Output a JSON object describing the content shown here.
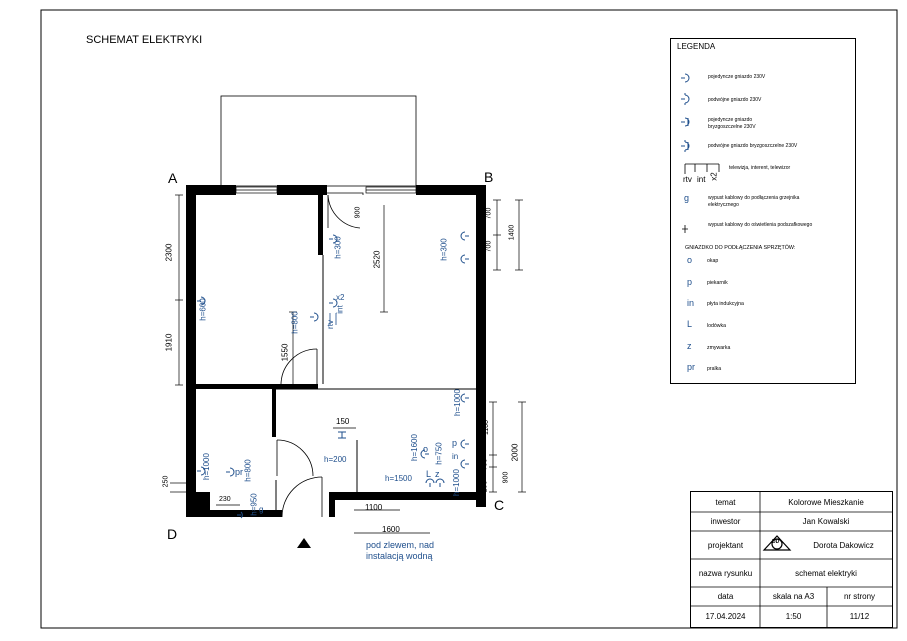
{
  "drawing": {
    "title": "SCHEMAT ELEKTRYKI",
    "corners": {
      "a": "A",
      "b": "B",
      "c": "C",
      "d": "D"
    },
    "dimensions": {
      "left_upper": "2300",
      "left_lower": "1910",
      "b_700": "700",
      "b_700b": "700",
      "b_1400": "1400",
      "c_1100": "1100",
      "c_700": "700",
      "c_900": "900",
      "c_200": "200",
      "c_2000": "2000",
      "window_900": "900",
      "v_2520": "2520",
      "v_1550": "1550",
      "h_150": "150",
      "h_1100": "1100",
      "h_1600": "1600",
      "h_230": "230",
      "h_250": "250"
    },
    "labels": {
      "h300a": "h=300",
      "h300b": "h=300",
      "h600": "h=600",
      "h800a": "h=800",
      "x2": "x2",
      "rtv": "rtv",
      "int": "int",
      "h1000a": "h=1000",
      "h200": "h=200",
      "h1600": "h=1600",
      "o": "o",
      "p": "p",
      "in": "in",
      "h750": "h=750",
      "h1500": "h=1500",
      "L": "L",
      "z": "z",
      "h1000b": "h=1000",
      "h1000c": "h=1000",
      "pr": "pr",
      "h800b": "h=800",
      "h950": "h=950",
      "g": "g",
      "pod_zlewem_1": "pod zlewem, nad",
      "pod_zlewem_2": "instalacją wodną"
    }
  },
  "legend": {
    "title": "LEGENDA",
    "items": [
      "pojedyncze gniazdo 230V",
      "podwójne gniazdo 230V",
      "pojedyncze gniazdo",
      "bryzgoszczelne 230V",
      "podwójne gniazdo bryzgoszczelne 230V",
      "telewizja, interent, telewizor",
      "wypust kablowy do podłączenia grzejnika",
      "elektrycznego",
      "wypust kablowy do oświetlenia podszafkowego"
    ],
    "tv_labels": {
      "rtv": "rtv",
      "int": "int",
      "x2": "x2"
    },
    "g_symbol": "g",
    "sub_title": "GNIAZDKO DO PODŁĄCZENIA SPRZĘTÓW:",
    "appliances": [
      {
        "letter": "o",
        "text": "okap"
      },
      {
        "letter": "p",
        "text": "piekarnik"
      },
      {
        "letter": "in",
        "text": "płyta indukcyjna"
      },
      {
        "letter": "L",
        "text": "lodówka"
      },
      {
        "letter": "z",
        "text": "zmywarka"
      },
      {
        "letter": "pr",
        "text": "pralka"
      }
    ]
  },
  "title_block": {
    "temat_label": "temat",
    "temat_value": "Kolorowe Mieszkanie",
    "inwestor_label": "inwestor",
    "inwestor_value": "Jan Kowalski",
    "projektant_label": "projektant",
    "projektant_value": "Dorota Dakowicz",
    "nazwa_label": "nazwa rysunku",
    "nazwa_value": "schemat elektryki",
    "data_label": "data",
    "skala_label": "skala na A3",
    "strona_label": "nr strony",
    "data_value": "17.04.2024",
    "skala_value": "1:50",
    "strona_value": "11/12",
    "logo_text": "DD"
  },
  "colors": {
    "symbol_blue": "#1f4f8c",
    "wall": "#000000"
  }
}
